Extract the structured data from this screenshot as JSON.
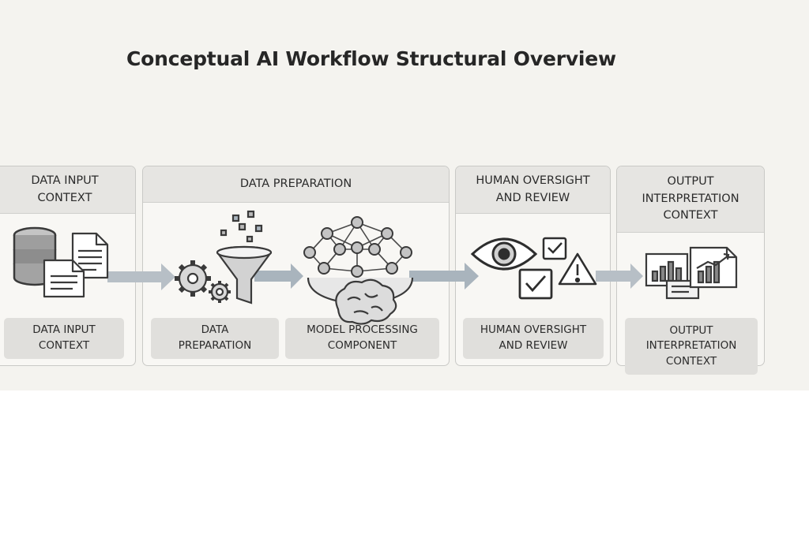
{
  "title": "Conceptual AI Workflow Structural Overview",
  "stages": [
    {
      "header": "DATA INPUT\nCONTEXT",
      "footer": "DATA INPUT\nCONTEXT"
    },
    {
      "header": "DATA PREPARATION",
      "footers": [
        "DATA\nPREPARATION",
        "MODEL PROCESSING\nCOMPONENT"
      ]
    },
    {
      "header": "HUMAN OVERSIGHT\nAND REVIEW",
      "footer": "HUMAN OVERSIGHT\nAND REVIEW"
    },
    {
      "header": "OUTPUT\nINTERPRETATION\nCONTEXT",
      "footer": "OUTPUT\nINTERPRETATION\nCONTEXT"
    }
  ],
  "icons": [
    "database-icon",
    "document-icon",
    "gears-icon",
    "funnel-icon",
    "neural-network-icon",
    "brain-icon",
    "eye-icon",
    "checkbox-icon",
    "warning-icon",
    "bar-chart-icon",
    "trend-chart-icon"
  ],
  "colors": {
    "background": "#f4f3ef",
    "header": "#e6e5e2",
    "footer": "#e0dfdc",
    "arrow": "#a9b4bd",
    "icon": "#3a3a3a"
  }
}
